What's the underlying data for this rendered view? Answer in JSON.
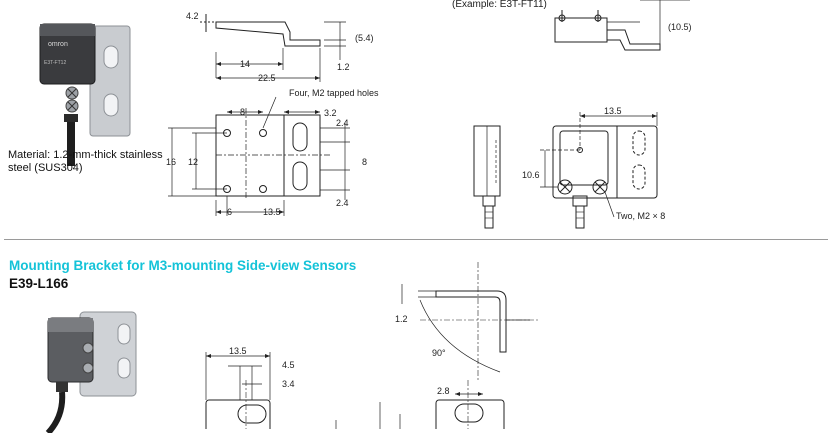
{
  "section1": {
    "material_note": "Material: 1.2-mm-thick stainless steel (SUS304)",
    "example_text": "(Example: E3T-FT11)",
    "sensor_brand": "omron",
    "sensor_model": "E3T-FT12",
    "dims": {
      "d_4_2": "4.2",
      "d_5_4": "(5.4)",
      "d_1_2": "1.2",
      "d_14": "14",
      "d_22_5": "22.5",
      "d_10_5": "(10.5)",
      "holes_note": "Four, M2 tapped holes",
      "d_8_top": "8",
      "d_3_2": "3.2",
      "d_2_4_top": "2.4",
      "d_16": "16",
      "d_12": "12",
      "d_8_right": "8",
      "d_2_4_bottom": "2.4",
      "d_6": "6",
      "d_13_5_bottom": "13.5",
      "d_13_5_right": "13.5",
      "d_10_6": "10.6",
      "screws_note": "Two, M2 × 8"
    }
  },
  "section2": {
    "title": "Mounting Bracket for M3-mounting Side-view Sensors",
    "model": "E39-L166",
    "dims": {
      "d_1_2": "1.2",
      "d_90": "90°",
      "d_13_5": "13.5",
      "d_4_5": "4.5",
      "d_3_4": "3.4",
      "d_2_8": "2.8"
    }
  },
  "colors": {
    "title_cyan": "#14c3d8",
    "line_dark": "#222222",
    "divider": "#9a9a9a"
  }
}
